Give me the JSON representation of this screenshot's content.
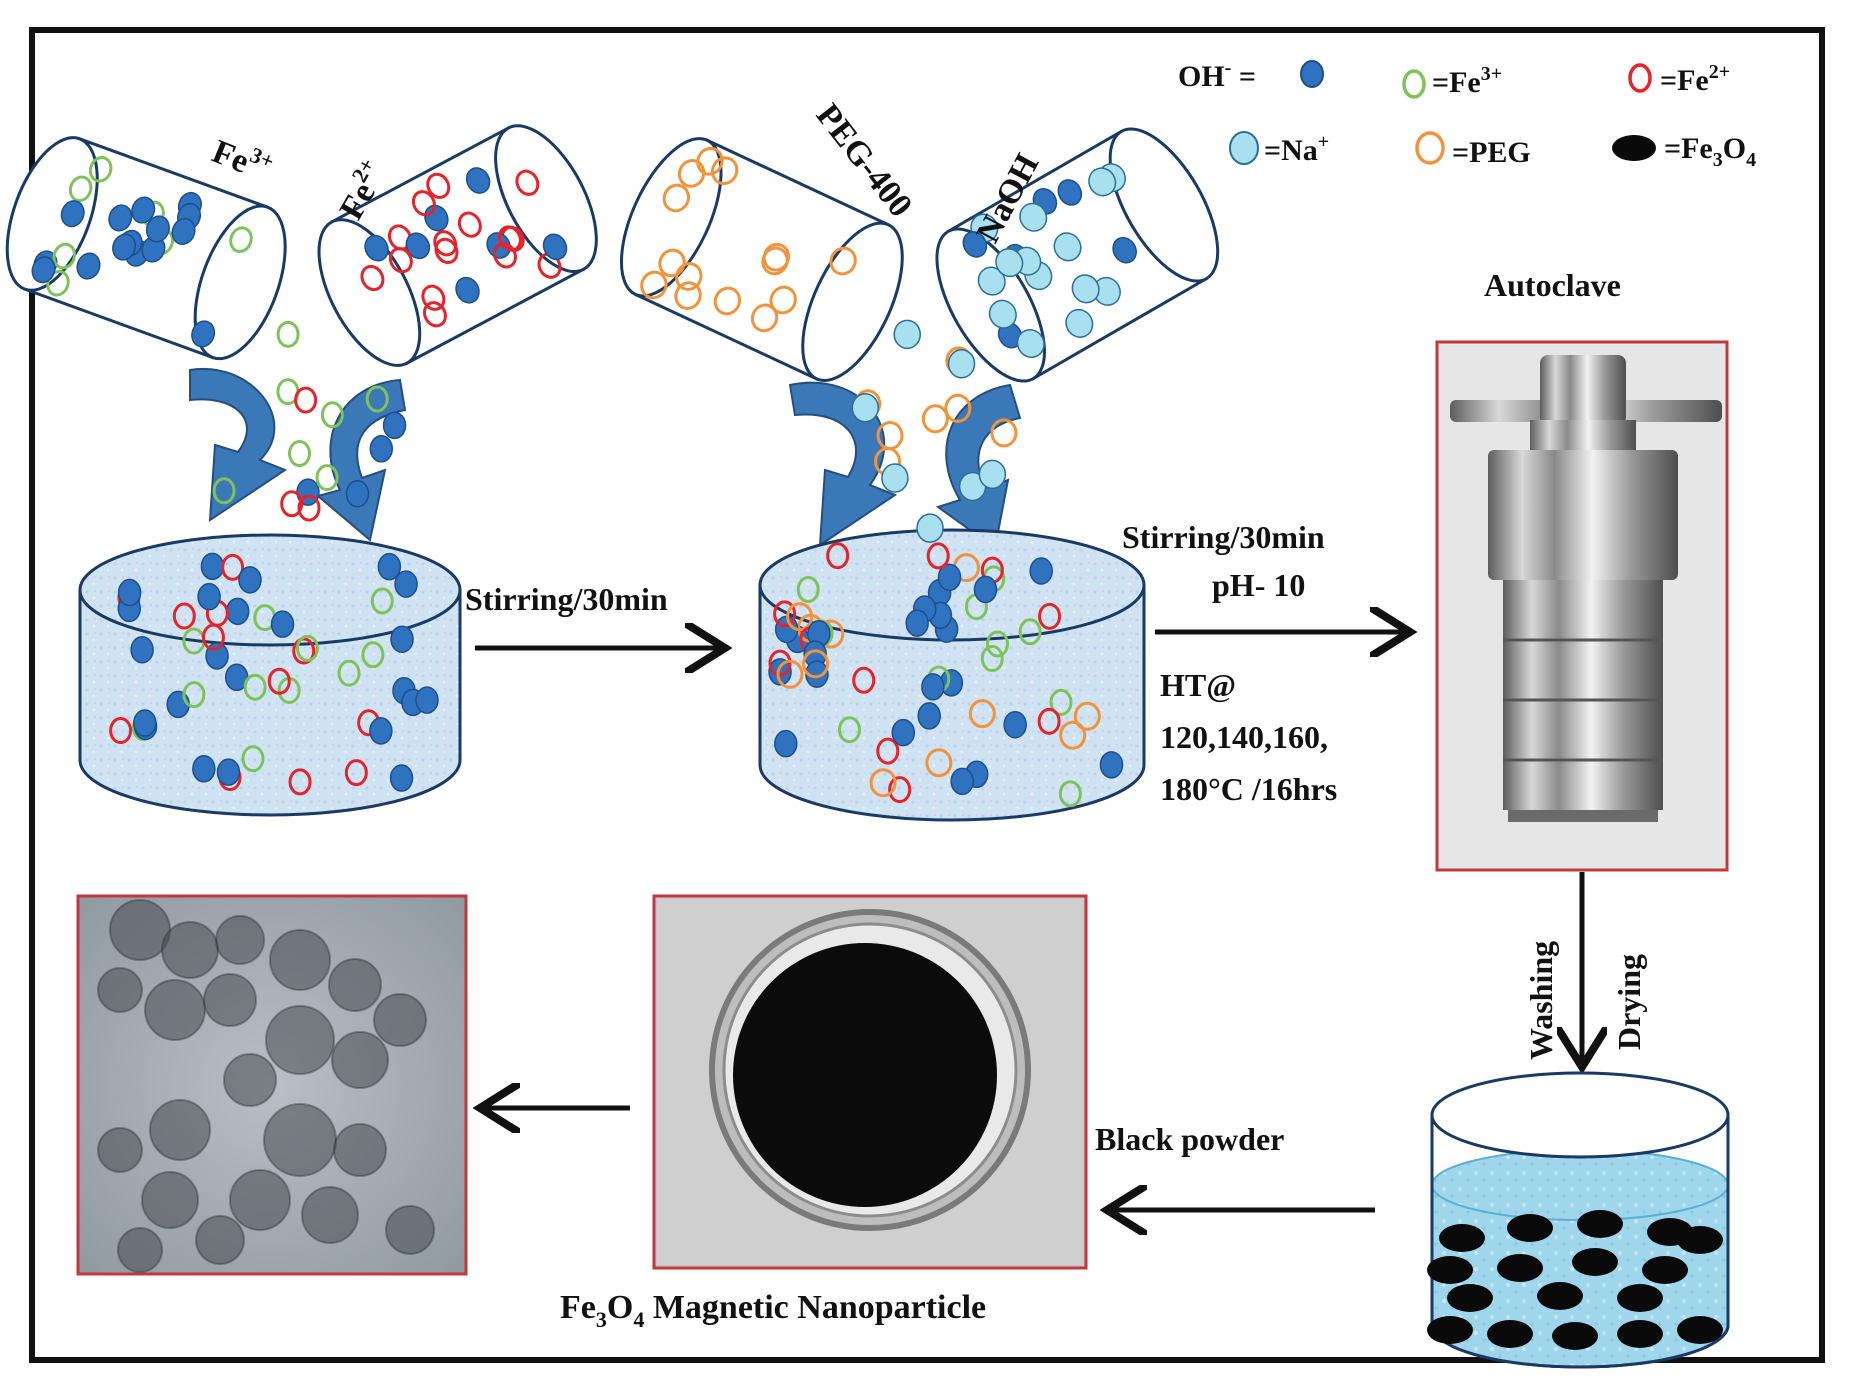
{
  "legend": {
    "oh_label": "OH",
    "oh_sup": "-",
    "eq": " =",
    "fe3_eq": "=Fe",
    "fe3_sup": "3+",
    "fe2_eq": "=Fe",
    "fe2_sup": "2+",
    "na_eq": "=Na",
    "na_sup": "+",
    "peg_eq": "=PEG",
    "fe3o4_eq": "=Fe",
    "fe3o4_sub1": "3",
    "fe3o4_o": "O",
    "fe3o4_sub2": "4"
  },
  "pour_labels": {
    "fe3_base": "Fe",
    "fe3_sup": "3+",
    "fe2_base": "Fe",
    "fe2_sup": "2+",
    "peg400": "PEG-400",
    "naoh": "NaOH"
  },
  "steps": {
    "step1": "Stirring/30min",
    "step2_line1": "Stirring/30min",
    "step2_line2": "pH- 10",
    "ht_line1": "HT@",
    "ht_line2": "120,140,160,",
    "ht_line3": "180°C /16hrs",
    "autoclave": "Autoclave",
    "washing": "Washing",
    "drying": "Drying",
    "black_powder": "Black powder",
    "np_fe": "Fe",
    "np_sub1": "3",
    "np_o": "O",
    "np_sub2": "4",
    "np_rest": " Magnetic  Nanoparticle"
  },
  "colors": {
    "oh": "#2f72c0",
    "na": "#a8e0ef",
    "fe3": "#7ec25a",
    "fe2": "#e8222a",
    "peg": "#f2933c",
    "fe3o4": "#0a0a0a",
    "arrow_blue": "#3b78b8",
    "frame_red": "#c0393b"
  }
}
